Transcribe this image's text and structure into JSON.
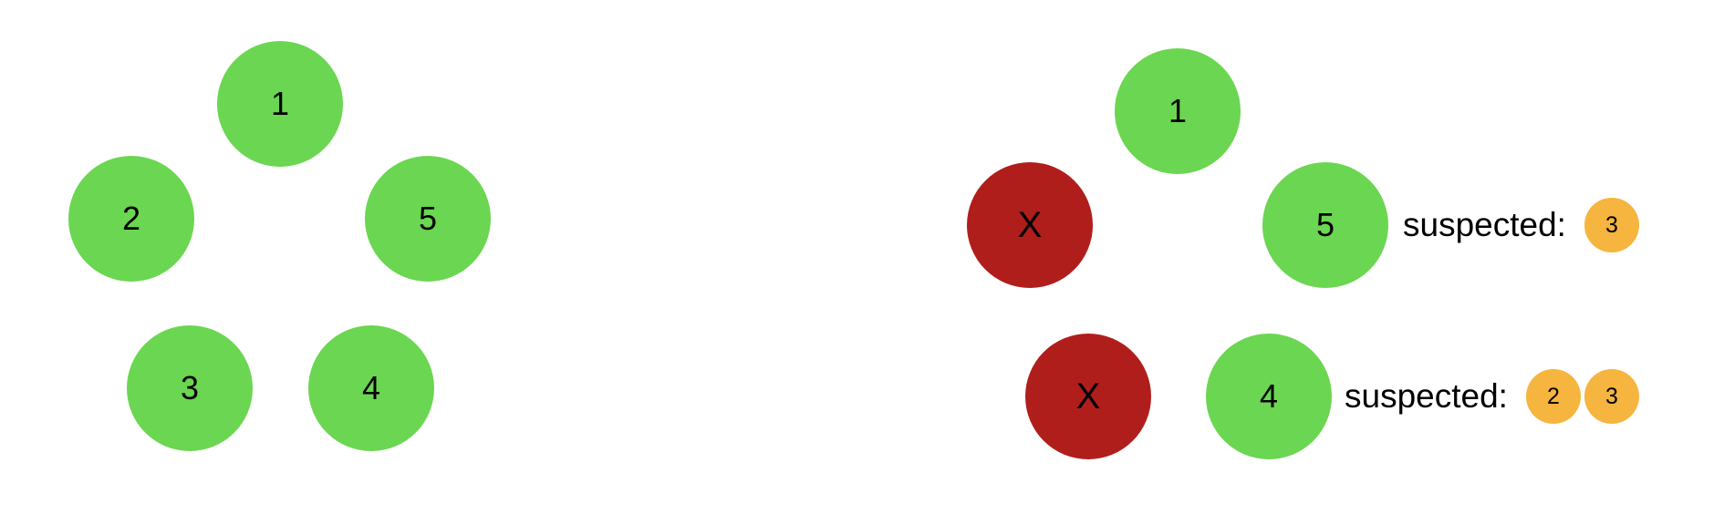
{
  "left_cluster": {
    "nodes": [
      {
        "label": "1",
        "status": "healthy"
      },
      {
        "label": "2",
        "status": "healthy"
      },
      {
        "label": "5",
        "status": "healthy"
      },
      {
        "label": "3",
        "status": "healthy"
      },
      {
        "label": "4",
        "status": "healthy"
      }
    ]
  },
  "right_cluster": {
    "nodes": [
      {
        "label": "1",
        "status": "healthy"
      },
      {
        "label": "X",
        "status": "failed"
      },
      {
        "label": "5",
        "status": "healthy"
      },
      {
        "label": "X",
        "status": "failed"
      },
      {
        "label": "4",
        "status": "healthy"
      }
    ],
    "suspect_lists": [
      {
        "label": "suspected:",
        "suspects": [
          "3"
        ]
      },
      {
        "label": "suspected:",
        "suspects": [
          "2",
          "3"
        ]
      }
    ]
  },
  "colors": {
    "healthy": "#6bd651",
    "failed": "#b01e1c",
    "suspect_badge": "#f5b53e"
  }
}
